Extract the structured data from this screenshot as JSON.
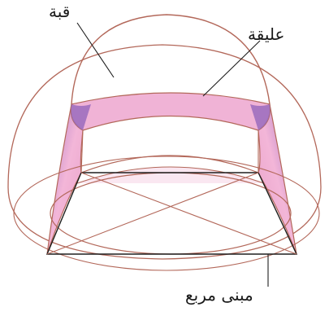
{
  "labels": {
    "dome": "قبة",
    "pendentive": "عليقة",
    "square_base": "مبنى مربع"
  },
  "colors": {
    "line": "#b3685a",
    "pendentive_light": "#f0b3d6",
    "pendentive_dark": "#a678c4",
    "base_edge": "#1e1e1e",
    "leader": "#1e1e1e"
  }
}
